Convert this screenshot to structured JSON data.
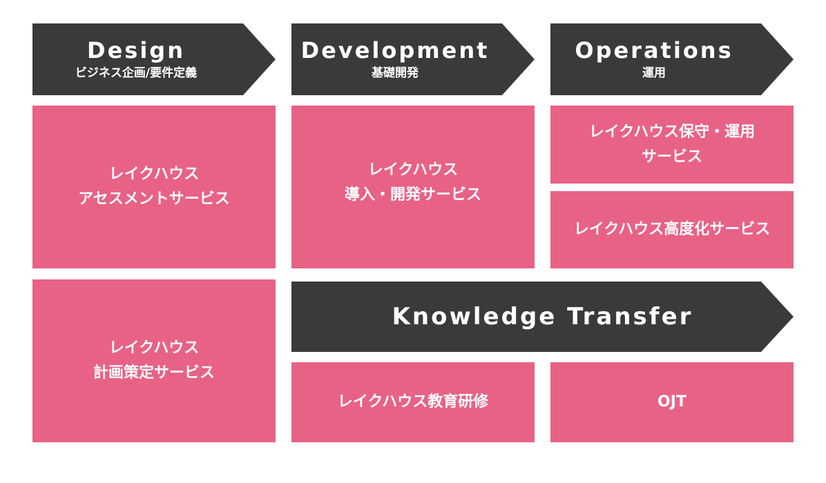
{
  "phases": [
    {
      "title": "Design",
      "subtitle": "ビジネス企画/要件定義"
    },
    {
      "title": "Development",
      "subtitle": "基礎開発"
    },
    {
      "title": "Operations",
      "subtitle": "運用"
    }
  ],
  "services": {
    "assessment": {
      "line1": "レイクハウス",
      "line2": "アセスメントサービス"
    },
    "development": {
      "line1": "レイクハウス",
      "line2": "導入・開発サービス"
    },
    "maintenance": {
      "line1": "レイクハウス保守・運用",
      "line2": "サービス"
    },
    "advancement": {
      "line1": "レイクハウス高度化サービス"
    },
    "planning": {
      "line1": "レイクハウス",
      "line2": "計画策定サービス"
    },
    "training": {
      "line1": "レイクハウス教育研修"
    },
    "ojt": {
      "line1": "OJT"
    }
  },
  "knowledge_transfer": {
    "title": "Knowledge Transfer"
  },
  "colors": {
    "arrow": "#3a3a3a",
    "box": "#e86285",
    "text": "#ffffff"
  }
}
